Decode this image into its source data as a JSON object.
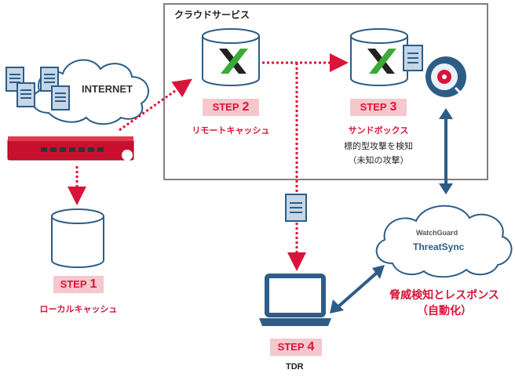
{
  "cloud_service": {
    "title": "クラウドサービス"
  },
  "internet": {
    "label": "INTERNET"
  },
  "steps": [
    {
      "prefix": "STEP",
      "number": "1",
      "label": "ローカルキャッシュ"
    },
    {
      "prefix": "STEP",
      "number": "2",
      "label": "リモートキャッシュ"
    },
    {
      "prefix": "STEP",
      "number": "3",
      "label": "サンドボックス",
      "desc_line1": "標的型攻撃を検知",
      "desc_line2": "（未知の攻撃）"
    },
    {
      "prefix": "STEP",
      "number": "4",
      "label": "TDR"
    }
  ],
  "threatsync": {
    "brand": "WatchGuard",
    "label": "ThreatSync"
  },
  "response": {
    "line1": "脅威検知とレスポンス",
    "line2": "（自動化）"
  },
  "colors": {
    "accent_red": "#d9143a",
    "step_bg": "#f6c7cc",
    "dark_blue": "#2d5d86",
    "box_border": "#808080",
    "firebox_red": "#c8102e"
  },
  "icons": [
    "document-icon",
    "cloud-icon",
    "firebox-appliance-icon",
    "database-icon",
    "dimension-logo-icon",
    "magnifier-biohazard-icon",
    "laptop-icon",
    "arrow-icon"
  ]
}
